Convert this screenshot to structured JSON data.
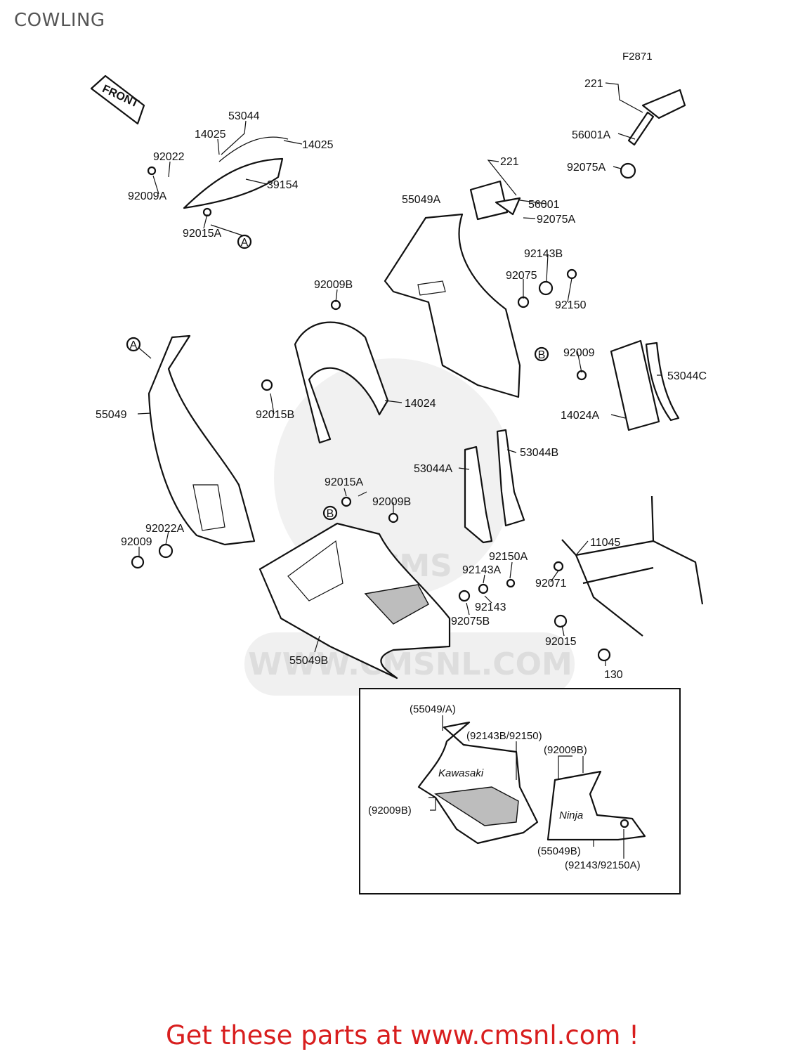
{
  "page": {
    "title": "COWLING"
  },
  "figure": {
    "code": "F2871",
    "front_arrow_text": "FRONT"
  },
  "watermark": {
    "text": "WWW.CMSNL.COM",
    "logo_text": "CMS"
  },
  "part_labels": [
    "53044",
    "14025",
    "14025",
    "92022",
    "39154",
    "92009A",
    "92015A",
    "221",
    "56001A",
    "92075A",
    "221",
    "56001",
    "55049A",
    "92075A",
    "92143B",
    "92075",
    "92150",
    "92009B",
    "92009",
    "53044C",
    "14024A",
    "55049",
    "14024",
    "92015B",
    "53044B",
    "53044A",
    "92015A",
    "92009B",
    "92022A",
    "92009",
    "11045",
    "92150A",
    "92143A",
    "92071",
    "92143",
    "92075B",
    "92015",
    "130",
    "55049B"
  ],
  "circled_refs": [
    "A",
    "A",
    "B",
    "B"
  ],
  "inset_labels": [
    "(55049/A)",
    "(92143B/92150)",
    "(92009B)",
    "(92009B)",
    "(55049B)",
    "(92143/92150A)"
  ],
  "inset_decals": {
    "brand": "Kawasaki",
    "model": "Ninja"
  },
  "footer": {
    "cta": "Get these parts at www.cmsnl.com !"
  },
  "colors": {
    "line": "#111111",
    "title": "#555555",
    "cta": "#d81e1e",
    "watermark": "#dddddd",
    "shade": "#bdbdbd"
  }
}
